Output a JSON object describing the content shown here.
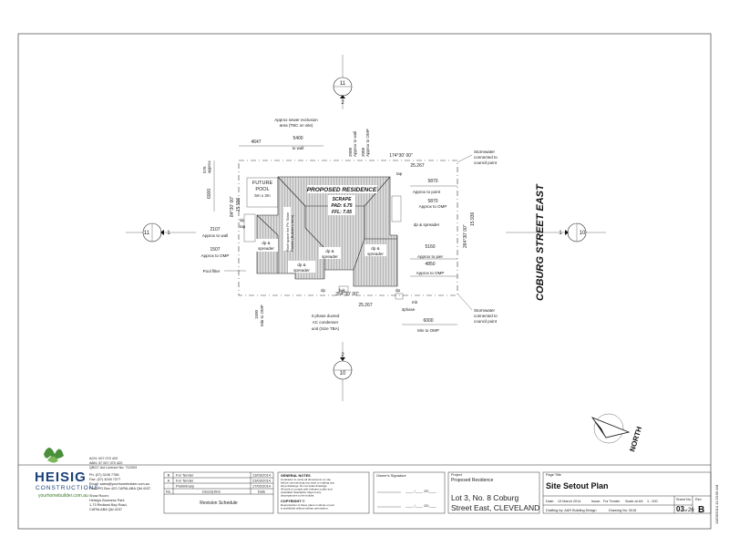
{
  "plan": {
    "dims": {
      "top_4647": "4647",
      "top_5400": "5400",
      "to_wall": "to wall",
      "sewer_note": [
        "Approx sewer exclusion",
        "area (TBC on site)"
      ],
      "d2008a": [
        "2008",
        "Approx to wall"
      ],
      "d2008b": [
        "2008",
        "Approx to OMP"
      ],
      "bearing_top": "174°30' 00\"",
      "len_top": "25.267",
      "left_576": [
        "576",
        "approx"
      ],
      "left_6000": "6000",
      "left_bearing": "84°30' 00\"",
      "left_len": "15.936",
      "pool_title": "FUTURE",
      "pool_title2": "POOL",
      "pool_size": "5m x 3m",
      "residence_title": "PROPOSED RESIDENCE",
      "scrape": "SCRAPE",
      "pad": "PAD: 6.75",
      "ffl": "FFL: 7.05",
      "tap": "tap",
      "dp": "dp",
      "dp_spreader": "dp & spreader",
      "dp_spreader_a": [
        "dp &",
        "spreader"
      ],
      "roof_space": [
        "Roof space for PV Solar",
        "Panels (Builder's Item)"
      ],
      "d2107": [
        "2107",
        "Approx to wall"
      ],
      "d1507": [
        "1507",
        "Approx to OMP"
      ],
      "pool_filter": "Pool filter",
      "r_5870a": [
        "5870",
        "Approx to point"
      ],
      "r_5870b": [
        "5870",
        "Approx to OMP"
      ],
      "r_5160": [
        "5160",
        "Approx to pier"
      ],
      "r_4850": [
        "4850",
        "Approx to OMP"
      ],
      "right_bearing": "264°30' 00\"",
      "right_len": "15.936",
      "bottom_bearing": "354°30' 00\"",
      "bottom_len": "25.267",
      "fwk": "fwk",
      "mb": [
        "mb",
        "3phase"
      ],
      "d6000": [
        "6000",
        "Min to OMP"
      ],
      "d1500": [
        "1500",
        "Min to OMP"
      ],
      "ac_note": [
        "3 phase ducted",
        "AC condenser",
        "unit (Size TBA)"
      ],
      "stormwater_top": [
        "Stormwater",
        "connected to",
        "council point"
      ],
      "stormwater_bot": [
        "Stormwater",
        "connected to",
        "council point"
      ],
      "street": "COBURG STREET EAST",
      "north": "NORTH"
    },
    "markers": {
      "top": {
        "num": "11",
        "sheet": "2"
      },
      "bottom": {
        "num": "2",
        "sheet": "10"
      },
      "left": {
        "num": "11",
        "sheet": "1"
      },
      "right": {
        "num": "1",
        "sheet": "10"
      }
    }
  },
  "title_block": {
    "company": "HEISIG",
    "company_sub": "CONSTRUCTIONS",
    "website": "yourhomebuilder.com.au",
    "contact_lines": [
      "ACN: 007 070 420",
      "ABN: 37 007 070 420",
      "QBCC Act Licence No: 712003",
      "",
      "Ph: (07) 3245 7788",
      "Fax: (07) 3245 7377",
      "Email: sales@yourhomebuilder.com.au",
      "Post: PO Box 422 CAPALABA Qld 4157",
      "",
      "Show Room:",
      "Heisig's Business Park",
      "1-73 Redland Bay Road,",
      "CAPALABA Qld 4157"
    ],
    "revisions": [
      {
        "rev": "B",
        "desc": "For Tender",
        "date": "13/03/2014"
      },
      {
        "rev": "A",
        "desc": "For Tender",
        "date": "23/03/2014"
      },
      {
        "rev": "-",
        "desc": "Preliminary",
        "date": "17/02/2014"
      }
    ],
    "rev_headers": {
      "no": "No.",
      "desc": "Description",
      "date": "Date"
    },
    "revision_schedule": "Revision Schedule",
    "general_notes_title": "GENERAL NOTES",
    "general_notes": [
      "Contractor to verify all dimensions on site",
      "before commencing any work or making any",
      "shop drawings. Do not scale drawings.",
      "All work to comply with relevant codes and",
      "Australian Standards. Report any",
      "discrepancies to the builder."
    ],
    "copyright_title": "COPYRIGHT ©",
    "copyright": [
      "Reproduction of these plans in whole or part",
      "is prohibited without written permission."
    ],
    "signature_title": "Owner's Signature",
    "sig_date": "____ /____ /20____",
    "project_label": "Project",
    "project": "Proposed Residence",
    "address1": "Lot 3, No. 8 Coburg",
    "address2": "Street East, CLEVELAND",
    "page_title_label": "Page Title",
    "page_title": "Site Setout Plan",
    "date_label": "Date:",
    "date": "13 March 2014",
    "issue_label": "Issue:",
    "issue": "For Tender",
    "scale_label": "Scale at A3:",
    "scale": "1 : 200",
    "drafting": "Drafting by: A&R Building Design",
    "drawing_no": "Drawing No: 0016",
    "sheet_no_label": "Sheet No.",
    "sheet_no": "03",
    "sheet_of": "of",
    "sheet_total": "26",
    "rev_label": "Rev",
    "rev": "B",
    "stamp": "13/03/2014 11:33:05 AM"
  }
}
